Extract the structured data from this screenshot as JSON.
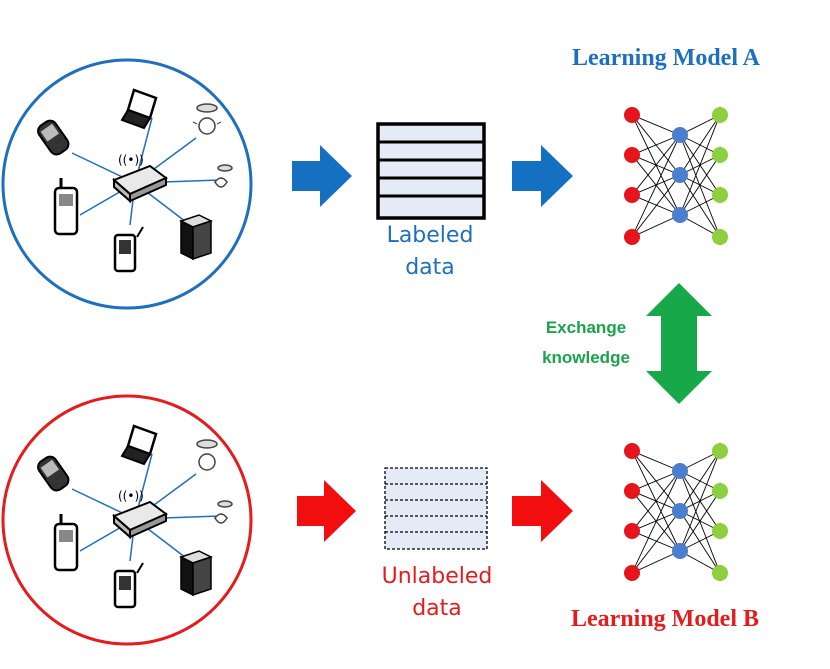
{
  "model_a": {
    "title": "Learning Model A",
    "color": "#1f6fc1"
  },
  "model_b": {
    "title": "Learning Model B",
    "color": "#e51c1c"
  },
  "labeled": {
    "line1": "Labeled",
    "line2": "data",
    "color": "#1f6fc1"
  },
  "unlabeled": {
    "line1": "Unlabeled",
    "line2": "data",
    "color": "#e51c1c"
  },
  "exchange": {
    "line1": "Exchange",
    "line2": "knowledge",
    "color": "#1aa34a"
  },
  "colors": {
    "input_node": "#e8131b",
    "hidden_node": "#4a7fd0",
    "output_node": "#8ccf3f",
    "blue_arrow": "#1670c2",
    "red_arrow": "#f20e0e",
    "green_arrow": "#17a84a"
  },
  "icons": [
    "flip-phone-icon",
    "laptop-icon",
    "smart-bulb-icon",
    "wifi-router-icon",
    "smart-light-icon",
    "mobile-phone-icon",
    "pda-icon",
    "server-icon"
  ]
}
